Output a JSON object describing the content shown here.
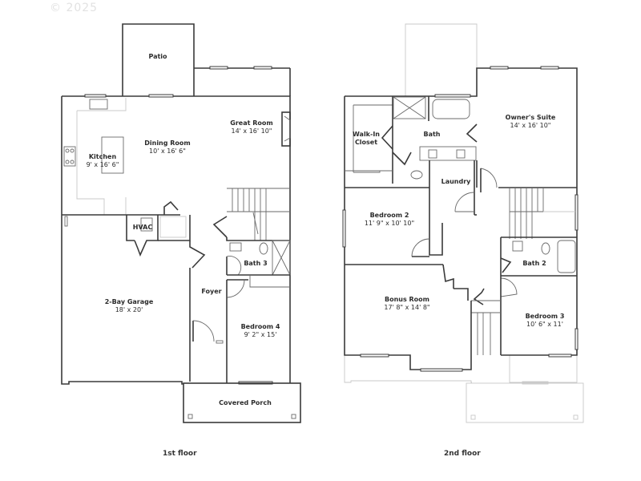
{
  "watermark": "© 2025",
  "floors": [
    {
      "label": "1st floor",
      "rooms": [
        {
          "name": "Patio",
          "dims": ""
        },
        {
          "name": "Great Room",
          "dims": "14' x 16' 10\""
        },
        {
          "name": "Dining Room",
          "dims": "10' x 16' 6\""
        },
        {
          "name": "Kitchen",
          "dims": "9' x 16' 6\""
        },
        {
          "name": "HVAC",
          "dims": ""
        },
        {
          "name": "Bath 3",
          "dims": ""
        },
        {
          "name": "Foyer",
          "dims": ""
        },
        {
          "name": "2-Bay Garage",
          "dims": "18' x 20'"
        },
        {
          "name": "Bedroom 4",
          "dims": "9' 2\" x 15'"
        },
        {
          "name": "Covered Porch",
          "dims": ""
        }
      ]
    },
    {
      "label": "2nd floor",
      "rooms": [
        {
          "name": "Walk-In",
          "dims": "Closet"
        },
        {
          "name": "Bath",
          "dims": ""
        },
        {
          "name": "Owner's Suite",
          "dims": "14' x 16' 10\""
        },
        {
          "name": "Laundry",
          "dims": ""
        },
        {
          "name": "Bedroom 2",
          "dims": "11' 9\" x 10' 10\""
        },
        {
          "name": "Bath 2",
          "dims": ""
        },
        {
          "name": "Bonus Room",
          "dims": "17' 8\" x 14' 8\""
        },
        {
          "name": "Bedroom 3",
          "dims": "10' 6\" x 11'"
        }
      ]
    }
  ]
}
